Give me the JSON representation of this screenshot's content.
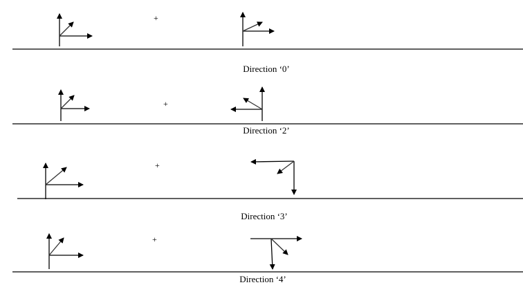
{
  "rows": [
    {
      "label": "Direction ‘0’",
      "operator": "+"
    },
    {
      "label": "Direction ‘2’",
      "operator": "+"
    },
    {
      "label": "Direction ‘3’",
      "operator": "+"
    },
    {
      "label": "Direction ‘4’",
      "operator": "+"
    }
  ]
}
